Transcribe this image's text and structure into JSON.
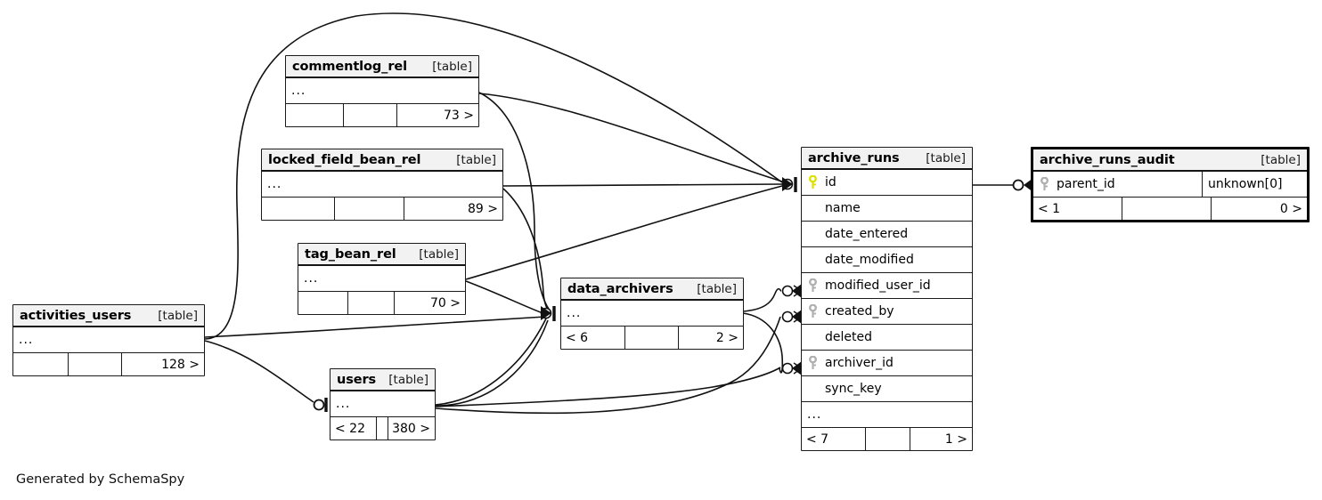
{
  "diagram": {
    "kind_label": "[table]",
    "ellipsis": "...",
    "footer_credit": "Generated by SchemaSpy",
    "colors": {
      "primary_key": "#e8e800",
      "foreign_key": "#b0b0b0",
      "header_bg": "#f2f2f2",
      "border": "#1a1a1a",
      "background": "#ffffff"
    }
  },
  "tables": {
    "commentlog_rel": {
      "name": "commentlog_rel",
      "kind": "[table]",
      "rows": [
        {
          "label": "...",
          "icon": "none",
          "type": ""
        }
      ],
      "footer": {
        "left": "",
        "mid": "",
        "right": "73 >"
      }
    },
    "locked_field_bean_rel": {
      "name": "locked_field_bean_rel",
      "kind": "[table]",
      "rows": [
        {
          "label": "...",
          "icon": "none",
          "type": ""
        }
      ],
      "footer": {
        "left": "",
        "mid": "",
        "right": "89 >"
      }
    },
    "tag_bean_rel": {
      "name": "tag_bean_rel",
      "kind": "[table]",
      "rows": [
        {
          "label": "...",
          "icon": "none",
          "type": ""
        }
      ],
      "footer": {
        "left": "",
        "mid": "",
        "right": "70 >"
      }
    },
    "activities_users": {
      "name": "activities_users",
      "kind": "[table]",
      "rows": [
        {
          "label": "...",
          "icon": "none",
          "type": ""
        }
      ],
      "footer": {
        "left": "",
        "mid": "",
        "right": "128 >"
      }
    },
    "users": {
      "name": "users",
      "kind": "[table]",
      "rows": [
        {
          "label": "...",
          "icon": "none",
          "type": ""
        }
      ],
      "footer": {
        "left": "< 22",
        "mid": "",
        "right": "380 >"
      }
    },
    "data_archivers": {
      "name": "data_archivers",
      "kind": "[table]",
      "rows": [
        {
          "label": "...",
          "icon": "none",
          "type": ""
        }
      ],
      "footer": {
        "left": "< 6",
        "mid": "",
        "right": "2 >"
      }
    },
    "archive_runs": {
      "name": "archive_runs",
      "kind": "[table]",
      "rows": [
        {
          "label": "id",
          "icon": "primary-key",
          "type": ""
        },
        {
          "label": "name",
          "icon": "none",
          "type": ""
        },
        {
          "label": "date_entered",
          "icon": "none",
          "type": ""
        },
        {
          "label": "date_modified",
          "icon": "none",
          "type": ""
        },
        {
          "label": "modified_user_id",
          "icon": "foreign-key",
          "type": ""
        },
        {
          "label": "created_by",
          "icon": "foreign-key",
          "type": ""
        },
        {
          "label": "deleted",
          "icon": "none",
          "type": ""
        },
        {
          "label": "archiver_id",
          "icon": "foreign-key",
          "type": ""
        },
        {
          "label": "sync_key",
          "icon": "none",
          "type": ""
        },
        {
          "label": "...",
          "icon": "none",
          "type": ""
        }
      ],
      "footer": {
        "left": "< 7",
        "mid": "",
        "right": "1 >"
      }
    },
    "archive_runs_audit": {
      "name": "archive_runs_audit",
      "kind": "[table]",
      "rows": [
        {
          "label": "parent_id",
          "icon": "foreign-key",
          "type": "unknown[0]"
        }
      ],
      "footer": {
        "left": "< 1",
        "mid": "",
        "right": "0 >"
      }
    }
  }
}
